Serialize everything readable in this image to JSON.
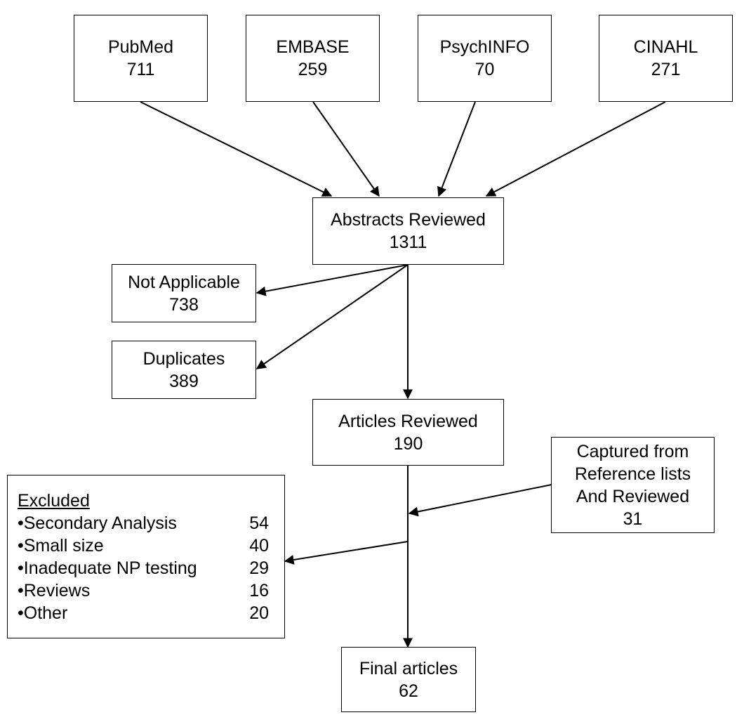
{
  "sources": [
    {
      "name": "PubMed",
      "count": "711"
    },
    {
      "name": "EMBASE",
      "count": "259"
    },
    {
      "name": "PsychINFO",
      "count": "70"
    },
    {
      "name": "CINAHL",
      "count": "271"
    }
  ],
  "abstracts": {
    "label": "Abstracts Reviewed",
    "count": "1311"
  },
  "not_applicable": {
    "label": "Not Applicable",
    "count": "738"
  },
  "duplicates": {
    "label": "Duplicates",
    "count": "389"
  },
  "articles": {
    "label": "Articles Reviewed",
    "count": "190"
  },
  "captured": {
    "line1": "Captured from",
    "line2": "Reference lists",
    "line3": "And Reviewed",
    "count": "31"
  },
  "excluded": {
    "title": "Excluded",
    "items": [
      {
        "label": "•Secondary Analysis",
        "count": "54"
      },
      {
        "label": "•Small size",
        "count": "40"
      },
      {
        "label": "•Inadequate NP testing",
        "count": "29"
      },
      {
        "label": "•Reviews",
        "count": "16"
      },
      {
        "label": "•Other",
        "count": "20"
      }
    ]
  },
  "final": {
    "label": "Final articles",
    "count": "62"
  }
}
